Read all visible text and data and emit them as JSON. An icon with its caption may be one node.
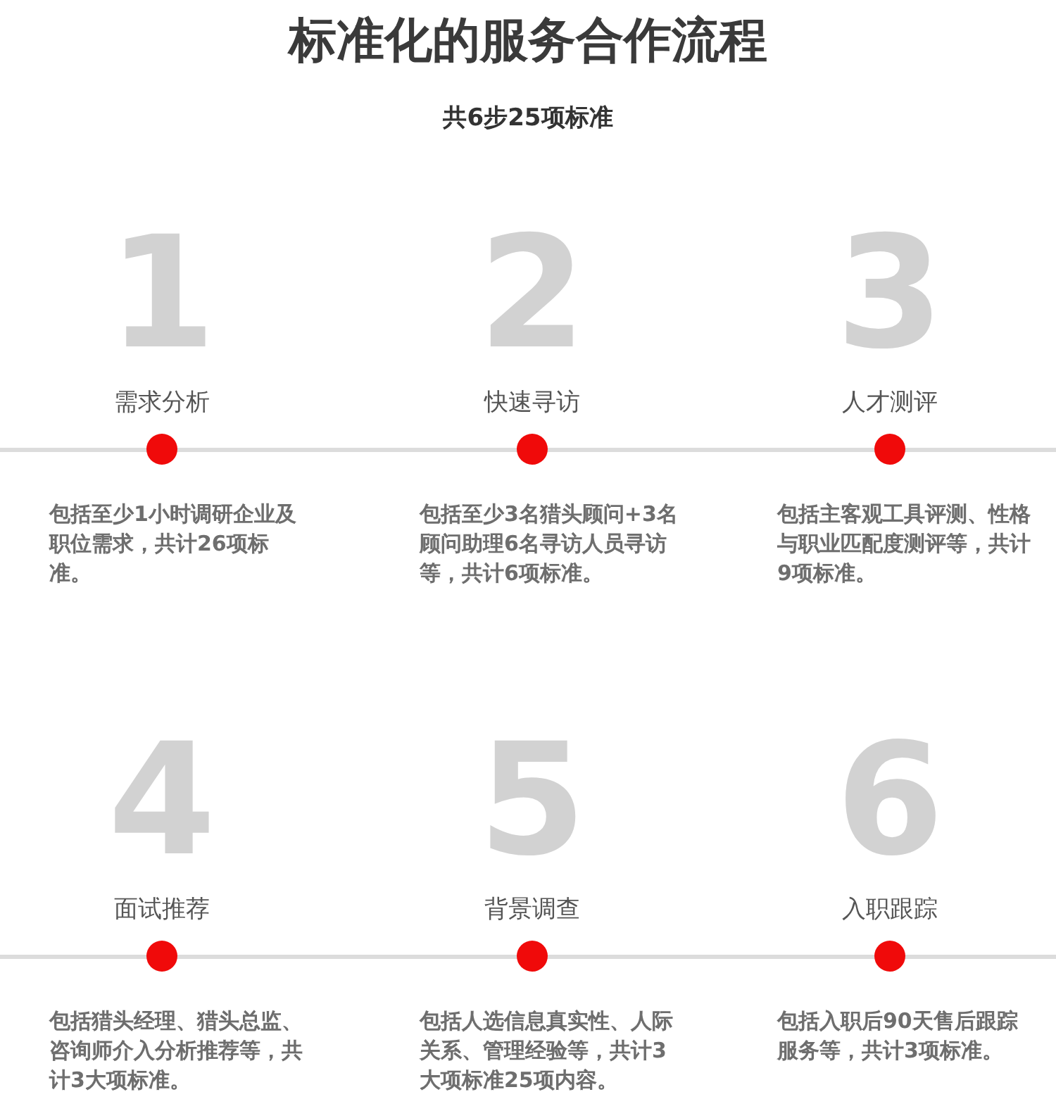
{
  "diagram": {
    "title": "标准化的服务合作流程",
    "caption": "共**6**步**25**项标准",
    "nodes": [
      {
        "text": [
          "1",
          "需求分析"
        ],
        "beside": [
          "包括至少1小时调研企业及职位需求，共计26项标准。"
        ]
      },
      {
        "text": [
          "2",
          "快速寻访"
        ],
        "beside": [
          "包括至少3名猎头顾问+3名顾问助理6名寻访人员寻访等，共计6项标准。"
        ]
      },
      {
        "text": [
          "3",
          "人才测评"
        ],
        "beside": [
          "包括主客观工具评测、性格与职业匹配度测评等，共计9项标准。"
        ]
      },
      {
        "text": [
          "4",
          "面试推荐"
        ],
        "beside": [
          "包括猎头经理、猎头总监、咨询师介入分析推荐等，共计3大项标准。"
        ]
      },
      {
        "text": [
          "5",
          "背景调查"
        ],
        "beside": [
          "包括人选信息真实性、人际关系、管理经验等，共计3大项标准25项内容。"
        ]
      },
      {
        "text": [
          "6",
          "入职跟踪"
        ],
        "beside": [
          "包括入职后90天售后跟踪服务等，共计3项标准。"
        ]
      }
    ]
  }
}
